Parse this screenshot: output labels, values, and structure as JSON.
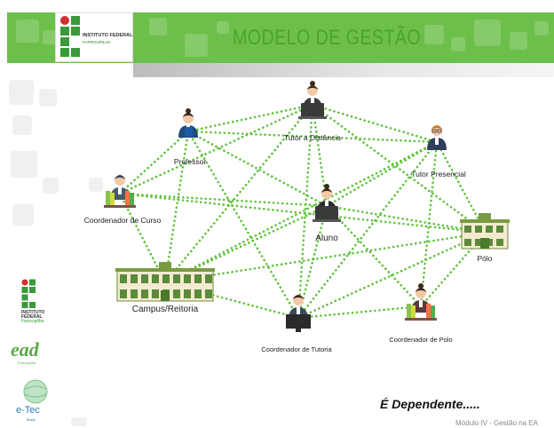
{
  "header": {
    "title": "MODELO DE GESTÃO",
    "logo_line1": "INSTITUTO FEDERAL",
    "logo_line2": "FARROUPILHA"
  },
  "nodes": [
    {
      "id": "tutor_distancia",
      "label": "Tutor a Distância"
    },
    {
      "id": "professor",
      "label": "Professor"
    },
    {
      "id": "tutor_presencial",
      "label": "Tutor Presencial"
    },
    {
      "id": "coordenador_curso",
      "label": "Coordenador de Curso"
    },
    {
      "id": "aluno",
      "label": "Aluno"
    },
    {
      "id": "polo",
      "label": "Pólo"
    },
    {
      "id": "campus_reitoria",
      "label": "Campus/Reitoria"
    },
    {
      "id": "coordenador_tutoria",
      "label": "Coordenador de Tutoria"
    },
    {
      "id": "coordenador_polo",
      "label": "Coordenador de Polo"
    }
  ],
  "footer": {
    "statement": "É Dependente.....",
    "module": "Módulo IV - Gestão na EA"
  },
  "side_logos": {
    "ifet_line1": "INSTITUTO",
    "ifet_line2": "FEDERAL",
    "ifet_line3": "Farroupilha",
    "ead": "ead",
    "ead_sub": "Farroupilha",
    "etec_label": "e-Tec",
    "etec_sub": "Brasil"
  },
  "colors": {
    "header_green": "#6cbf4a",
    "title_green": "#4aa32e",
    "connector_green": "#5cc23a",
    "ifet_red": "#d32f2f",
    "ifet_green": "#3a9a3a"
  }
}
